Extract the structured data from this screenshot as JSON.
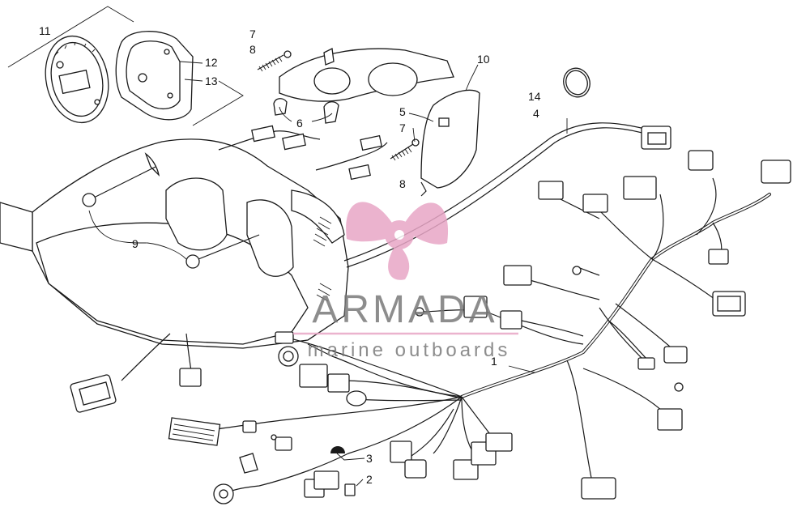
{
  "callouts": {
    "c1": "1",
    "c2": "2",
    "c3": "3",
    "c4": "4",
    "c5": "5",
    "c6": "6",
    "c7a": "7",
    "c7b": "7",
    "c8a": "8",
    "c8b": "8",
    "c9": "9",
    "c10": "10",
    "c11": "11",
    "c12": "12",
    "c13": "13",
    "c14": "14"
  },
  "watermark": {
    "brand": "ARMADA",
    "tagline": "marine outboards",
    "logo": "propeller-logo",
    "color": "#e8a6c6"
  }
}
